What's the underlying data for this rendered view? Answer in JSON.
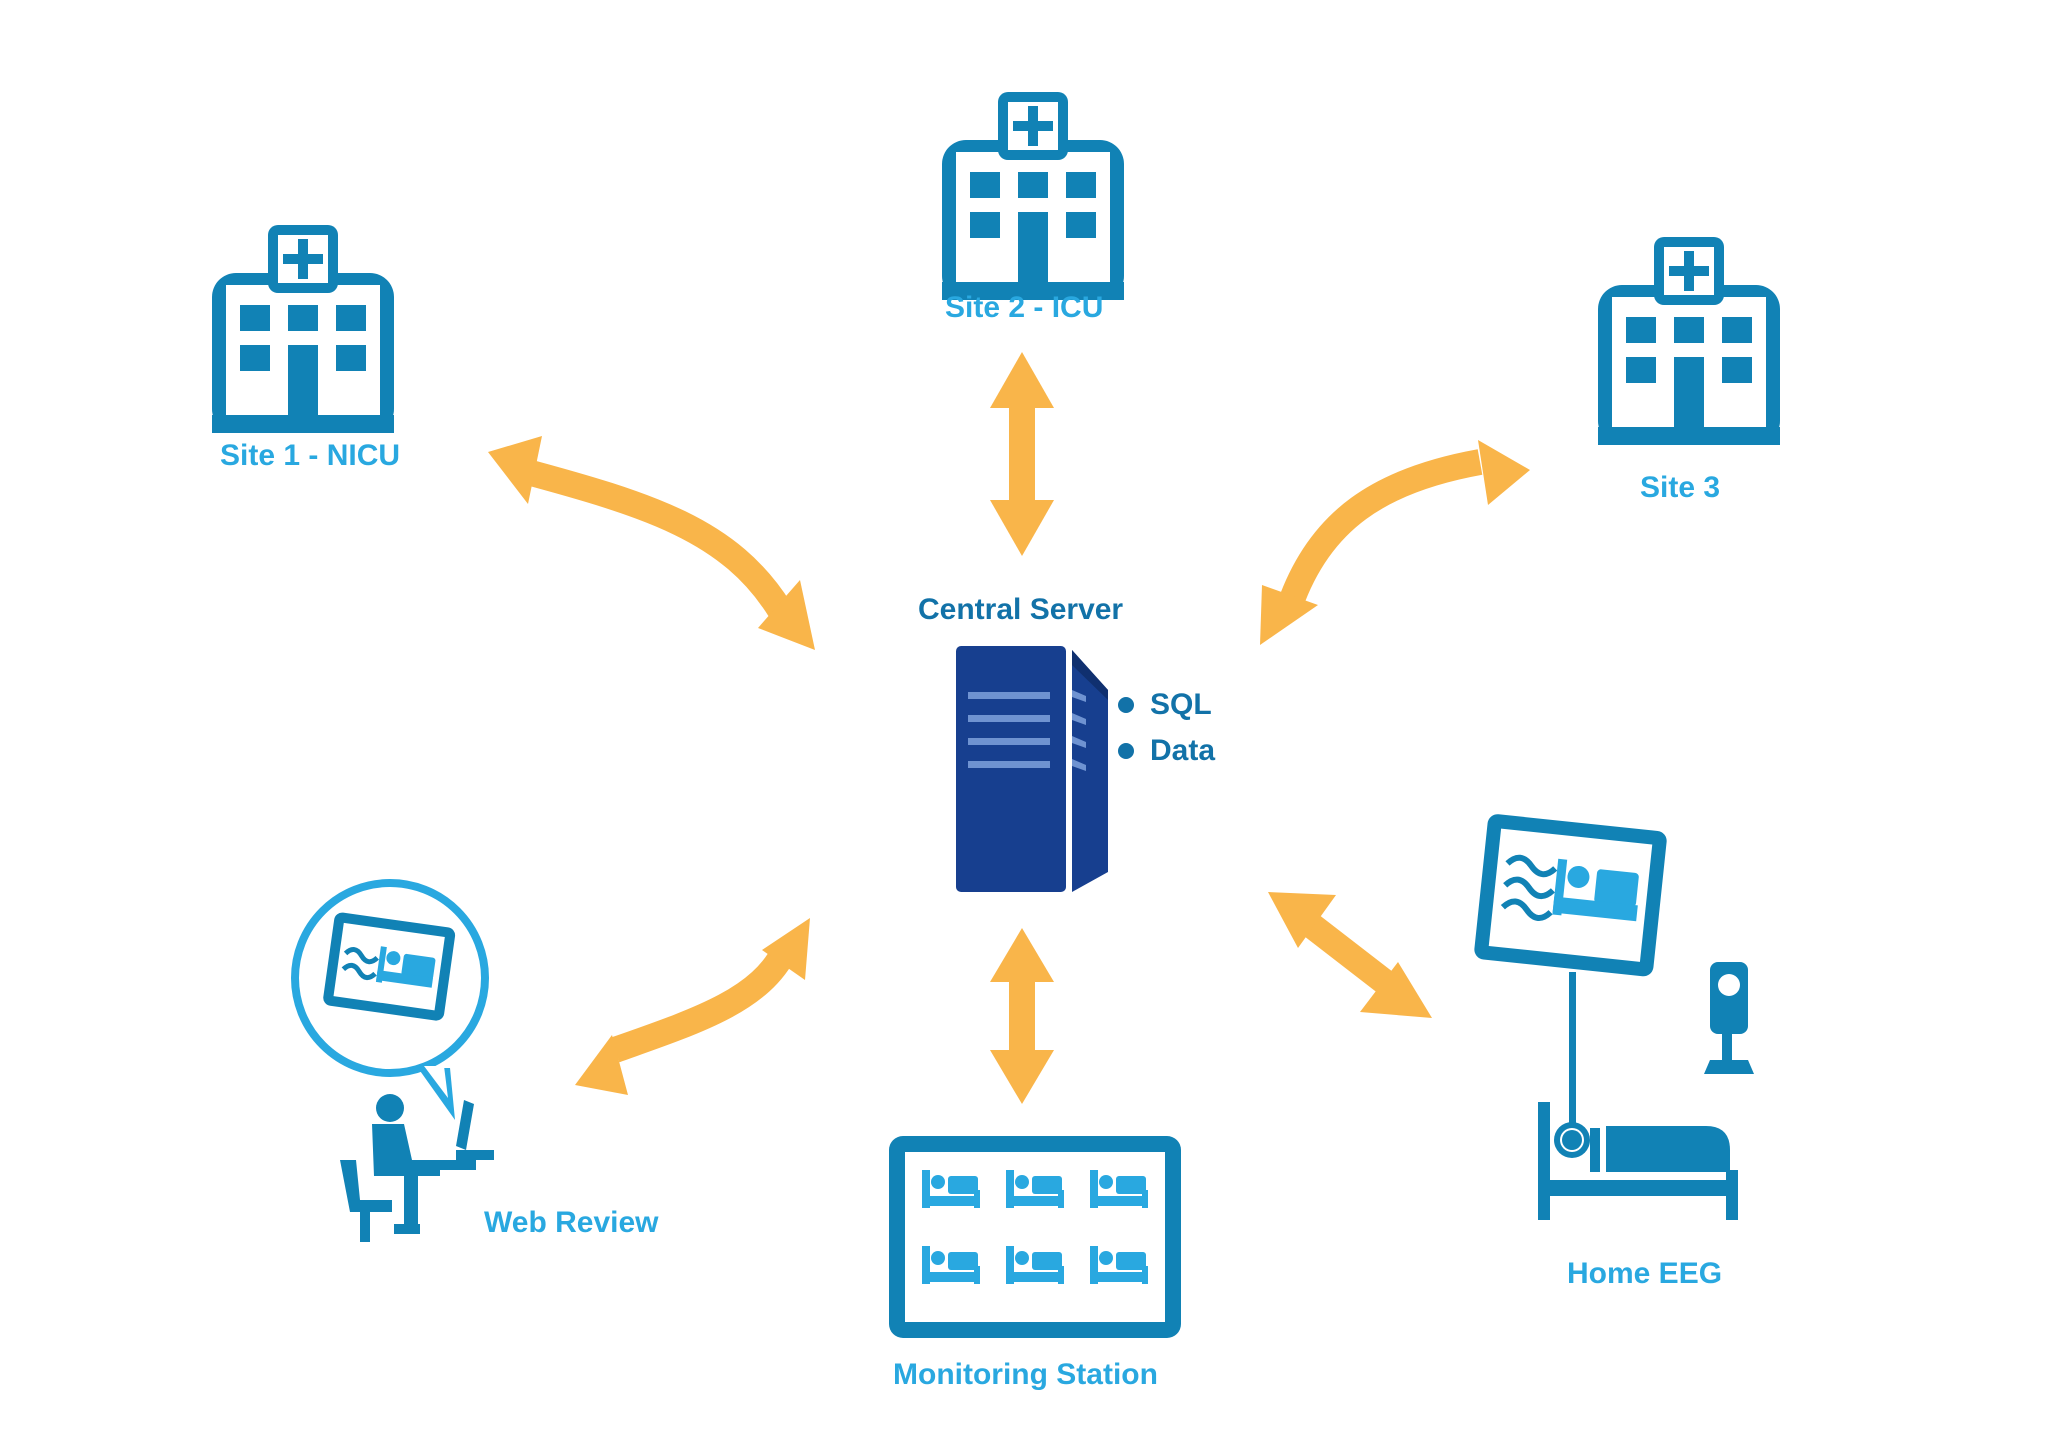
{
  "nodes": {
    "site1": {
      "label": "Site 1 - NICU",
      "icon": "hospital-icon"
    },
    "site2": {
      "label": "Site 2 - ICU",
      "icon": "hospital-icon"
    },
    "site3": {
      "label": "Site 3",
      "icon": "hospital-icon"
    },
    "central": {
      "label": "Central Server",
      "icon": "server-icon",
      "bullets": [
        "SQL",
        "Data"
      ]
    },
    "web_review": {
      "label": "Web Review",
      "icon": "reviewer-at-desk-icon"
    },
    "monitoring": {
      "label": "Monitoring Station",
      "icon": "monitoring-screen-icon"
    },
    "home_eeg": {
      "label": "Home EEG",
      "icon": "home-eeg-bed-icon"
    }
  },
  "connections": [
    {
      "from": "site1",
      "to": "central",
      "direction": "bidirectional"
    },
    {
      "from": "site2",
      "to": "central",
      "direction": "bidirectional"
    },
    {
      "from": "site3",
      "to": "central",
      "direction": "bidirectional"
    },
    {
      "from": "web_review",
      "to": "central",
      "direction": "bidirectional"
    },
    {
      "from": "monitoring",
      "to": "central",
      "direction": "bidirectional"
    },
    {
      "from": "home_eeg",
      "to": "central",
      "direction": "bidirectional"
    }
  ],
  "colors": {
    "arrow": "#f9b54a",
    "icon_blue": "#1182b5",
    "label_blue": "#29a8e0",
    "label_dark": "#1272a8",
    "server_navy": "#173f8f"
  }
}
